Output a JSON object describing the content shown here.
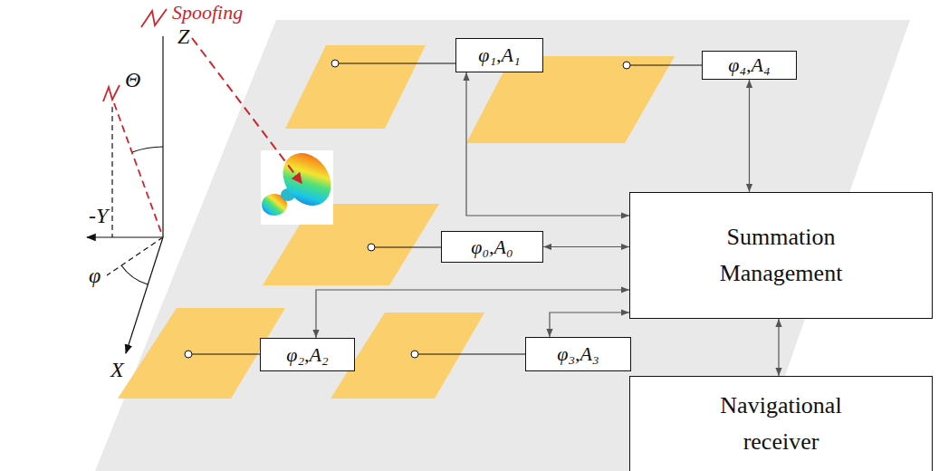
{
  "diagram": {
    "nodes": [
      {
        "text": [
          "φ₁,A₁"
        ]
      },
      {
        "text": [
          "φ₄,A₄"
        ]
      },
      {
        "text": [
          "φ₀,A₀"
        ]
      },
      {
        "text": [
          "Summation Management"
        ]
      },
      {
        "text": [
          "φ₂,A₂"
        ]
      },
      {
        "text": [
          "φ₃,A₃"
        ]
      },
      {
        "text": [
          "Navigational receiver"
        ]
      }
    ],
    "edges": [
      {
        "from": 0,
        "to": 3,
        "arrow": "both"
      },
      {
        "from": 1,
        "to": 3,
        "arrow": "both"
      },
      {
        "from": 2,
        "to": 3,
        "arrow": "both"
      },
      {
        "from": 4,
        "to": 3,
        "arrow": "both"
      },
      {
        "from": 5,
        "to": 3,
        "arrow": "both"
      },
      {
        "from": 3,
        "to": 6,
        "arrow": "both"
      }
    ],
    "labels": [
      "Spoofing",
      "Z",
      "Θ",
      "-Y",
      "φ",
      "X"
    ]
  }
}
